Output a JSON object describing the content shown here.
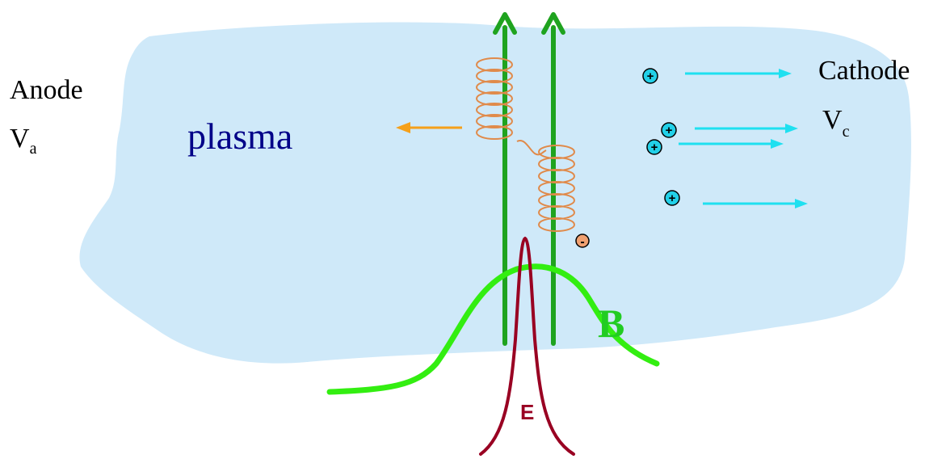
{
  "labels": {
    "anode": "Anode",
    "anode_potential": "V",
    "anode_potential_sub": "a",
    "cathode": "Cathode",
    "cathode_potential": "V",
    "cathode_potential_sub": "c",
    "plasma": "plasma",
    "magnetic_field": "B",
    "electric_field": "E",
    "ion_charge": "+",
    "electron_charge": "-"
  },
  "colors": {
    "plasma_region": "#cfe9f9",
    "field_lines": "#1fa31f",
    "b_profile": "#33ee11",
    "b_label": "#22cc22",
    "e_profile": "#990022",
    "helix": "#e08a4a",
    "electron_drift_arrow": "#f5a01a",
    "ion": "#22d0e8",
    "ion_arrow": "#1fe0f0",
    "electron": "#f0a070",
    "plasma_text": "#000088"
  },
  "ion_count": 4
}
